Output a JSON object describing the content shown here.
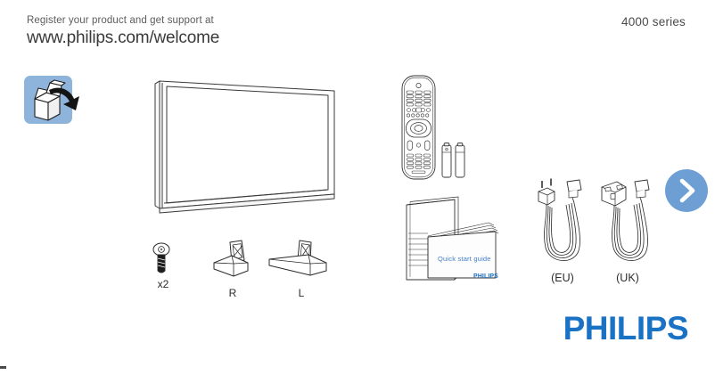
{
  "header": {
    "register_text": "Register your product and get support at",
    "url": "www.philips.com/welcome",
    "series": "4000 series"
  },
  "items": {
    "unpack_badge": "unpack-box-icon",
    "tv": "television-illustration",
    "remote": "remote-control-illustration",
    "batteries": "aaa-batteries-illustration",
    "screw_label": "x2",
    "stand_right_label": "R",
    "stand_left_label": "L",
    "cable_eu_label": "(EU)",
    "cable_uk_label": "(UK)"
  },
  "booklet": {
    "title": "Quick start guide",
    "brand": "PHILIPS"
  },
  "footer": {
    "brand": "PHILIPS"
  },
  "nav": {
    "next_label": "next-arrow"
  },
  "colors": {
    "brand_blue": "#1a72c4",
    "badge_blue": "#8fb4dc",
    "next_blue": "#6e9fd4",
    "booklet_text_blue": "#3e7ec4",
    "line_art": "#2b2b2b"
  }
}
